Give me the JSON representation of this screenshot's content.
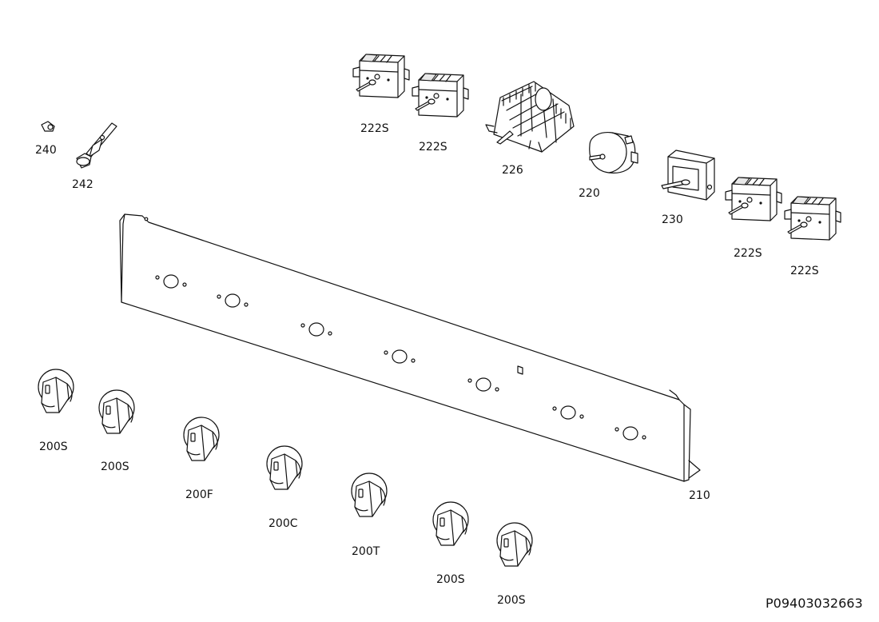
{
  "reference": "P09403032663",
  "parts": {
    "p240": "240",
    "p242": "242",
    "p222s_a": "222S",
    "p222s_b": "222S",
    "p226": "226",
    "p220": "220",
    "p230": "230",
    "p222s_c": "222S",
    "p222s_d": "222S",
    "p210": "210",
    "p200s_a": "200S",
    "p200s_b": "200S",
    "p200f": "200F",
    "p200c": "200C",
    "p200t": "200T",
    "p200s_c": "200S",
    "p200s_d": "200S"
  }
}
